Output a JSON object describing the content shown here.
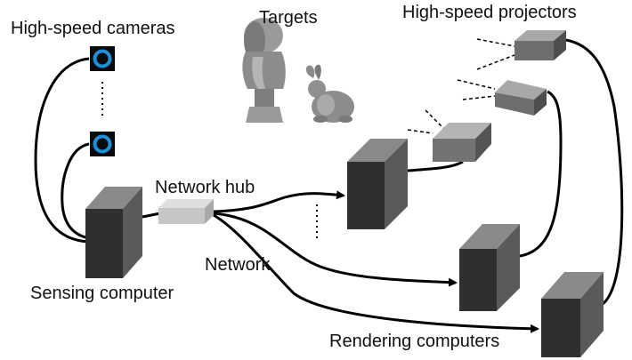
{
  "labels": {
    "cameras": "High-speed cameras",
    "targets": "Targets",
    "projectors": "High-speed projectors",
    "network_hub": "Network hub",
    "network": "Network",
    "sensing_computer": "Sensing computer",
    "rendering_computers": "Rendering computers"
  },
  "colors": {
    "camera_ring": "#1e90d8",
    "camera_body": "#0a0a0a",
    "computer_front": "#2f2f2f",
    "computer_side": "#5a5a5a",
    "computer_top": "#8a8a8a",
    "projector_front": "#6e6e6e",
    "projector_top": "#a8a8a8",
    "hub": "#c6c6c6",
    "target": "#8c8c8c",
    "cable": "#000000"
  },
  "icons": [
    "camera-icon",
    "bust-statue-icon",
    "bunny-icon",
    "projector-icon",
    "computer-icon",
    "network-hub-icon"
  ]
}
